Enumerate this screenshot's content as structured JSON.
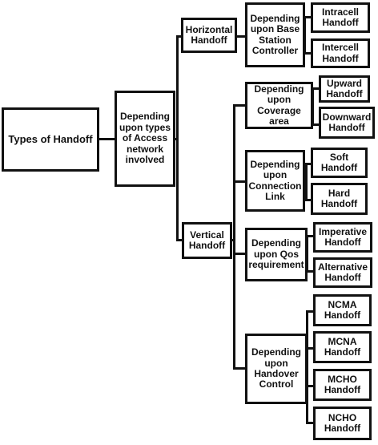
{
  "root": "Types of Handoff",
  "level1": "Depending upon types of Access network involved",
  "horizontal": {
    "label": "Horizontal Handoff",
    "criterion": "Depending upon Base Station Controller",
    "leaves": [
      "Intracell Handoff",
      "Intercell Handoff"
    ]
  },
  "vertical": {
    "label": "Vertical Handoff",
    "groups": [
      {
        "criterion": "Depending upon Coverage area",
        "leaves": [
          "Upward Handoff",
          "Downward Handoff"
        ]
      },
      {
        "criterion": "Depending upon Connection Link",
        "leaves": [
          "Soft Handoff",
          "Hard Handoff"
        ]
      },
      {
        "criterion": "Depending upon Qos requirement",
        "leaves": [
          "Imperative Handoff",
          "Alternative Handoff"
        ]
      },
      {
        "criterion": "Depending upon Handover Control",
        "leaves": [
          "NCMA Handoff",
          "MCNA Handoff",
          "MCHO Handoff",
          "NCHO Handoff"
        ]
      }
    ]
  }
}
